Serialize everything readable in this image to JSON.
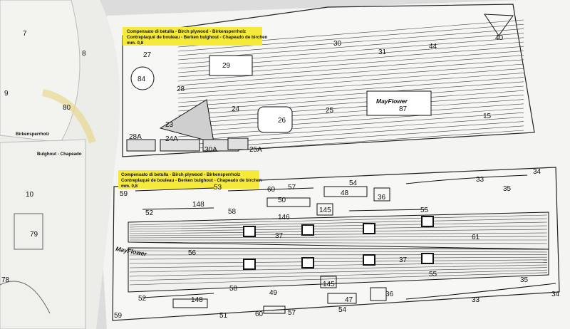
{
  "sheet_top": {
    "caption_lines": [
      "Compensato di betulla - Birch plywood - Birkensperrholz",
      "Contreplaqué de bouleau - Berken bulghout - Chapeado de birchen",
      "mm. 0,8"
    ],
    "part_labels": [
      "27",
      "84",
      "28",
      "29",
      "30",
      "31",
      "44",
      "40",
      "24",
      "23",
      "26",
      "25",
      "87",
      "15",
      "28A",
      "24A",
      "30A",
      "25A"
    ],
    "nameplate": "MayFlower"
  },
  "sheet_bottom": {
    "caption_lines": [
      "Compensato di betulla - Birch plywood - Birkensperrholz",
      "Contreplaqué de bouleau - Berken bulghout - Chapeado de birchen",
      "mm. 0,8"
    ],
    "part_labels": [
      "59",
      "53",
      "60",
      "57",
      "54",
      "148",
      "50",
      "48",
      "36",
      "33",
      "34",
      "35",
      "52",
      "58",
      "145",
      "146",
      "55",
      "37",
      "61",
      "56",
      "37",
      "55",
      "35",
      "52",
      "58",
      "145",
      "49",
      "36",
      "33",
      "34",
      "47",
      "148",
      "59",
      "51",
      "60",
      "57",
      "54"
    ],
    "side_label": "MayFlower"
  },
  "sheet_left": {
    "part_labels": [
      "7",
      "8",
      "9",
      "80",
      "10",
      "79",
      "78"
    ],
    "caption_fragments": [
      "Birkensperrholz",
      "Bulghout - Chapeado"
    ]
  }
}
